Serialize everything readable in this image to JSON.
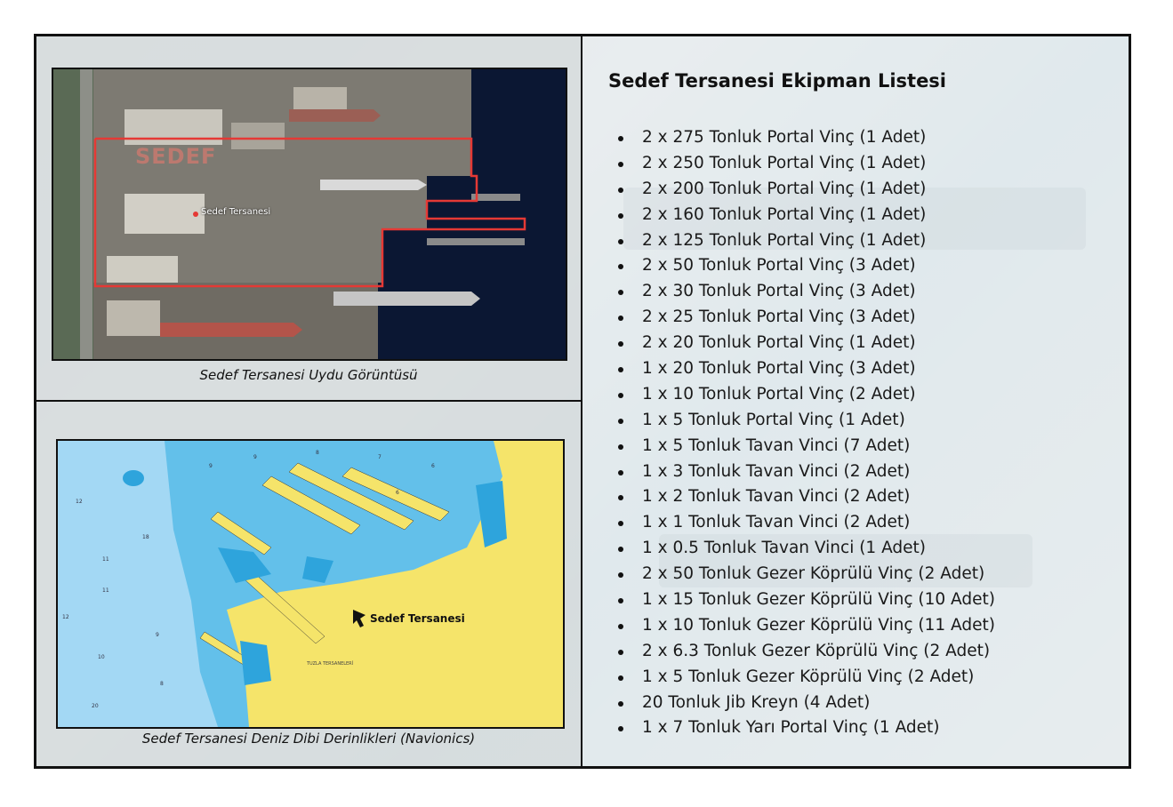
{
  "left_top": {
    "map_label": "Sedef Tersanesi",
    "watermark": "SEDEF",
    "caption": "Sedef Tersanesi Uydu Görüntüsü"
  },
  "left_bottom": {
    "map_label": "Sedef Tersanesi",
    "caption": "Sedef Tersanesi Deniz Dibi Derinlikleri (Navionics)"
  },
  "right": {
    "title": "Sedef Tersanesi Ekipman Listesi",
    "items": [
      "2 x 275 Tonluk Portal Vinç (1 Adet)",
      "2 x 250 Tonluk Portal Vinç (1 Adet)",
      "2 x 200 Tonluk Portal Vinç (1 Adet)",
      "2 x 160 Tonluk Portal Vinç (1 Adet)",
      "2 x 125 Tonluk Portal Vinç (1 Adet)",
      "2 x 50 Tonluk Portal Vinç (3 Adet)",
      "2 x 30 Tonluk Portal Vinç (3 Adet)",
      "2 x 25 Tonluk Portal Vinç (3 Adet)",
      "2 x 20 Tonluk Portal Vinç (1 Adet)",
      "1 x 20 Tonluk Portal Vinç (3 Adet)",
      "1 x 10 Tonluk Portal Vinç (2 Adet)",
      "1 x 5 Tonluk Portal Vinç (1 Adet)",
      "1 x 5 Tonluk Tavan Vinci (7 Adet)",
      "1 x 3 Tonluk Tavan Vinci (2 Adet)",
      "1 x 2 Tonluk Tavan Vinci (2 Adet)",
      "1 x 1 Tonluk Tavan Vinci (2 Adet)",
      "1 x 0.5 Tonluk Tavan Vinci (1 Adet)",
      "2 x 50 Tonluk Gezer Köprülü Vinç (2 Adet)",
      "1 x 15 Tonluk Gezer Köprülü Vinç (10 Adet)",
      "1 x 10 Tonluk Gezer Köprülü Vinç (11 Adet)",
      "2 x 6.3 Tonluk Gezer Köprülü Vinç (2 Adet)",
      "1 x 5 Tonluk Gezer Köprülü Vinç (2 Adet)",
      "20 Tonluk Jib Kreyn (4 Adet)",
      "1 x 7 Tonluk Yarı Portal Vinç (1 Adet)"
    ]
  },
  "colors": {
    "border": "#111111",
    "shipyard_outline": "#e53935",
    "sea_deep": "#9fd6f3",
    "sea_shallow": "#5cbbe8",
    "land": "#f5e46a"
  }
}
